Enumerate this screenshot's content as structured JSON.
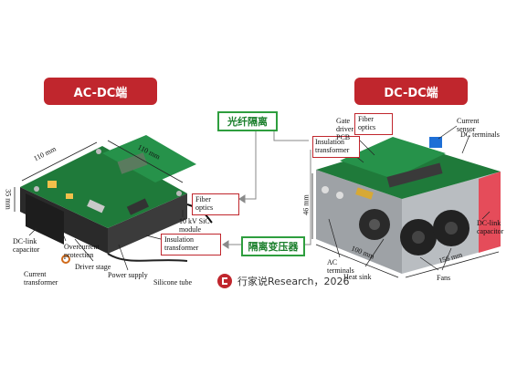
{
  "left_panel": {
    "title": "AC-DC端",
    "dims": {
      "width": "110 mm",
      "depth": "110 mm",
      "height": "35 mm"
    },
    "labels": {
      "fiber": "Fiber\noptics",
      "sic": "10 kV SiC\nmodule",
      "insulation": "Insulation\ntransformer",
      "dclink": "DC-link\ncapacitor",
      "overcurrent": "Overcurrent\nprotection",
      "current_tf": "Current\ntransformer",
      "driver": "Driver stage",
      "power": "Power supply",
      "silicone": "Silicone tube"
    }
  },
  "right_panel": {
    "title": "DC-DC端",
    "dims": {
      "height": "46 mm",
      "depth": "100 mm",
      "width": "156 mm"
    },
    "labels": {
      "gate_driver": "Gate\ndriver\nPCB",
      "fiber": "Fiber\noptics",
      "insulation": "Insulation\ntransformer",
      "current_sensor": "Current\nsensor",
      "dc_terminals": "DC terminals",
      "dclink": "DC-link\ncapacitor",
      "ac_terminals": "AC\nterminals",
      "heat_sink": "Heat sink",
      "fans": "Fans"
    }
  },
  "center_tags": {
    "fiber_isolation": "光纤隔离",
    "isolation_transformer": "隔离变压器"
  },
  "watermark": {
    "text": "行家说Research，2026"
  },
  "colors": {
    "title_red": "#c0262d",
    "tag_green": "#2e9e3e",
    "pcb_green": "#1f7a3a",
    "callout_red": "#c0262d"
  }
}
